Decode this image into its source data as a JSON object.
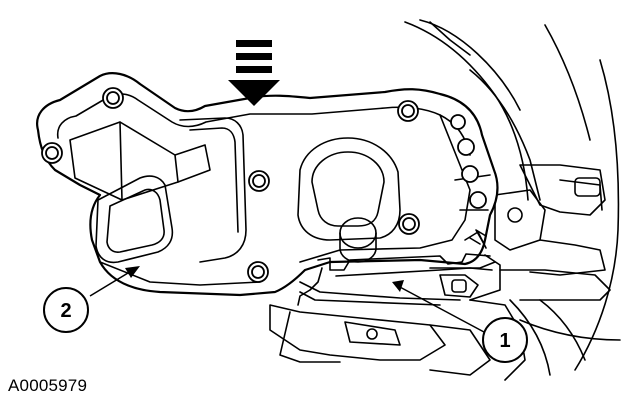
{
  "figure": {
    "id_label": "A0005979"
  },
  "callouts": [
    {
      "number": "1"
    },
    {
      "number": "2"
    }
  ],
  "icons": {
    "direction_arrow": "down-arrow-icon"
  },
  "colors": {
    "line": "#000000",
    "background": "#ffffff"
  }
}
